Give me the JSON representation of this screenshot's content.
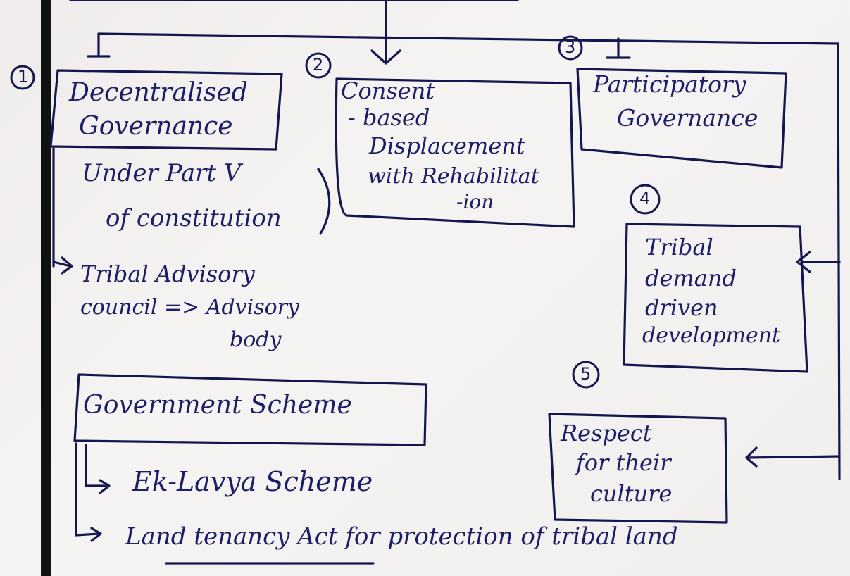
{
  "nodes": {
    "decentralised": {
      "number": "1",
      "line1": "Decentralised",
      "line2": "Governance"
    },
    "consent": {
      "number": "2",
      "line1": "Consent",
      "line2": "- based",
      "line3": "Displacement",
      "line4": "with Rehabilitat",
      "line5": "-ion"
    },
    "participatory": {
      "number": "3",
      "line1": "Participatory",
      "line2": "Governance"
    },
    "tribal_demand": {
      "number": "4",
      "line1": "Tribal",
      "line2": "demand",
      "line3": "driven",
      "line4": "development"
    },
    "respect": {
      "number": "5",
      "line1": "Respect",
      "line2": "for their",
      "line3": "culture"
    }
  },
  "notes": {
    "part_v_line1": "Under Part V",
    "part_v_line2": "of constitution",
    "tac_line1": "Tribal Advisory",
    "tac_line2": "council => Advisory",
    "tac_line3": "body"
  },
  "scheme": {
    "title": "Government Scheme",
    "item1": "Ek-Lavya Scheme",
    "item2": "Land tenancy Act for protection of tribal land"
  }
}
